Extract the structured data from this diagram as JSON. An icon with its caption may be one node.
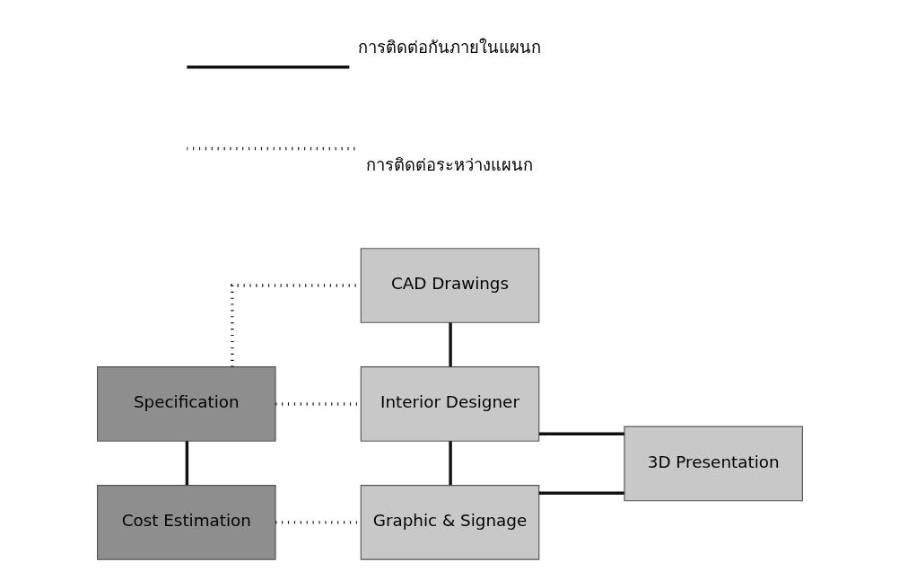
{
  "diagram": {
    "nodes": [
      {
        "text": [
          "CAD Drawings"
        ]
      },
      {
        "text": [
          "Specification"
        ]
      },
      {
        "text": [
          "Interior Designer"
        ]
      },
      {
        "text": [
          "3D Presentation"
        ]
      },
      {
        "text": [
          "Cost Estimation"
        ]
      },
      {
        "text": [
          "Graphic & Signage"
        ]
      }
    ],
    "edges": [
      {
        "from": 1,
        "to": 0,
        "arrow": "none",
        "style": "dashed"
      },
      {
        "from": 0,
        "to": 2,
        "arrow": "none"
      },
      {
        "from": 1,
        "to": 4,
        "arrow": "none"
      },
      {
        "from": 1,
        "to": 2,
        "arrow": "none",
        "style": "dashed"
      },
      {
        "from": 2,
        "to": 3,
        "arrow": "none"
      },
      {
        "from": 2,
        "to": 5,
        "arrow": "none"
      },
      {
        "from": 3,
        "to": 5,
        "arrow": "none"
      },
      {
        "from": 4,
        "to": 5,
        "arrow": "none",
        "style": "dashed"
      }
    ],
    "legend": [
      {
        "text": "การติดต่อกันภายในแผนก"
      },
      {
        "text": "การติดต่อระหว่างแผนก"
      }
    ]
  }
}
